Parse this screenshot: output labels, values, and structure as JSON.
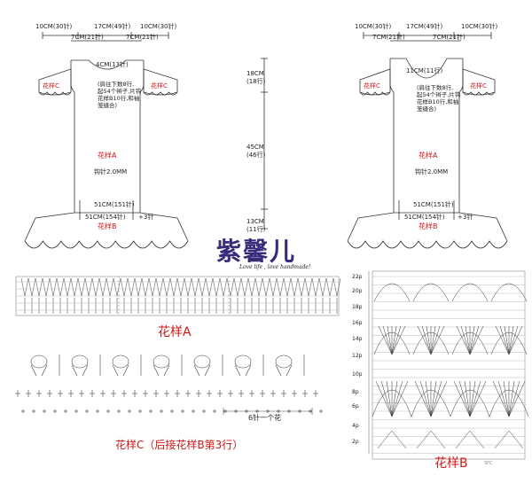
{
  "left": {
    "dims_top": [
      "10CM(30针)",
      "17CM(49针)",
      "10CM(30针)"
    ],
    "dims_top2": [
      "7CM(21针)",
      "7CM(21针)"
    ],
    "neck": "4CM(13针)",
    "sleeve_left": "花样C",
    "sleeve_right": "花样C",
    "note": [
      "(肩往下数8行,",
      "起54个辫子,片钩",
      "花样B10行,和袖",
      "笼缝合)"
    ],
    "pattern_a": "花样A",
    "hook": "钩针2.0MM",
    "w1": "51CM(151针)",
    "w2": "51CM(154针)",
    "plus": "+3针",
    "pattern_b": "花样B"
  },
  "right": {
    "dims_top": [
      "10CM(30针)",
      "17CM(49针)",
      "10CM(30针)"
    ],
    "dims_top2": [
      "7CM(21针)",
      "7CM(21针)"
    ],
    "neck": "11CM(11行)",
    "sleeve_left": "花样C",
    "sleeve_right": "花样C",
    "note": [
      "(肩往下数8行,",
      "起54个辫子,片钩",
      "花样B10行,和袖",
      "笼缝合)"
    ],
    "pattern_a": "花样A",
    "hook": "钩针2.0MM",
    "w1": "51CM(151针)",
    "w2": "51CM(154针)",
    "plus": "+3针",
    "pattern_b": "花样B"
  },
  "center": {
    "d1": "18CM",
    "d1r": "(18行)",
    "d2": "45CM",
    "d2r": "(46行)",
    "d3": "13CM",
    "d3r": "(11行)"
  },
  "logo": {
    "main": "紫馨儿",
    "tagline": "Love life , love handmade!"
  },
  "pattern_a_label": "花样A",
  "pattern_b_label": "花样B",
  "pattern_c_label": "花样C（后接花样B第3行）",
  "repeat_label": "6针一个花",
  "rows": [
    "22p",
    "20p",
    "18p",
    "16p",
    "14p",
    "12p",
    "10p",
    "8p",
    "6p",
    "4p",
    "2p"
  ],
  "source_mark": "SFC",
  "colors": {
    "red": "#d01818",
    "line": "#333333",
    "logo_purple": "#3a2a7a"
  }
}
